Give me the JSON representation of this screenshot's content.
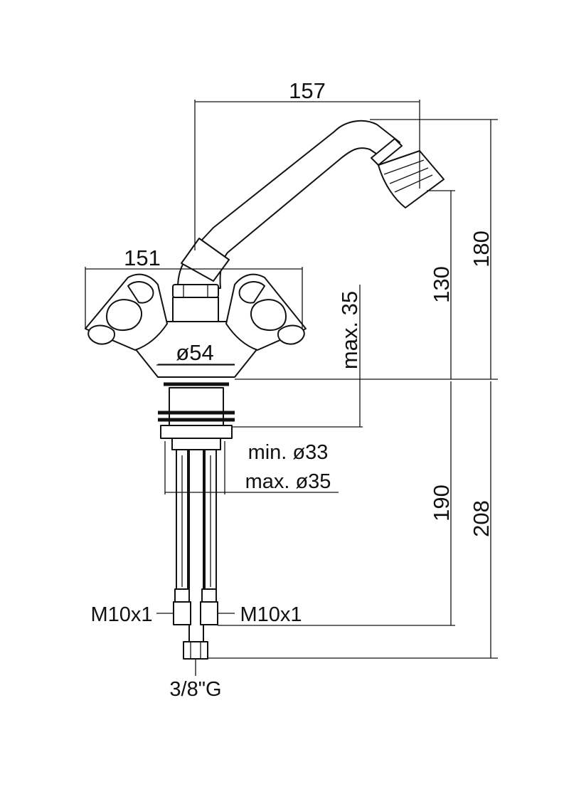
{
  "dimensions": {
    "spout_reach": "157",
    "body_width": "151",
    "total_height": "180",
    "outlet_height": "130",
    "max_thickness": "max. 35",
    "base_diameter": "ø54",
    "hole_min": "min. ø33",
    "hole_max": "max. ø35",
    "tail_length": "190",
    "tail_total": "208",
    "thread_left": "M10x1",
    "thread_right": "M10x1",
    "inlet_thread": "3/8\"G"
  },
  "colors": {
    "line": "#111111",
    "background": "#ffffff"
  }
}
